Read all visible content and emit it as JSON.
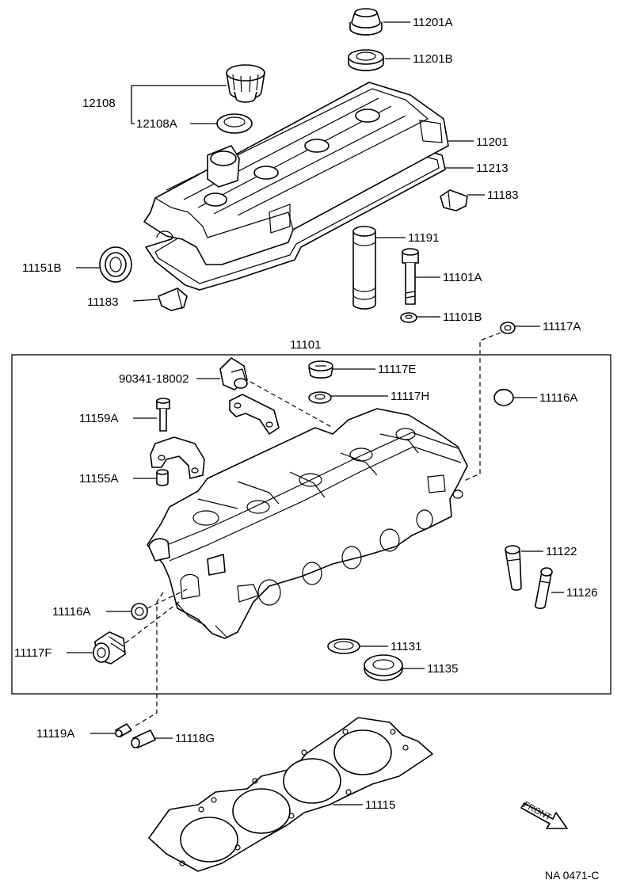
{
  "labels": {
    "p11201A": "11201A",
    "p11201B": "11201B",
    "p12108": "12108",
    "p12108A": "12108A",
    "p11201": "11201",
    "p11213": "11213",
    "p11183_right": "11183",
    "p11191": "11191",
    "p11151B": "11151B",
    "p11101A": "11101A",
    "p11183_left": "11183",
    "p11101B": "11101B",
    "p11117A": "11117A",
    "p11101": "11101",
    "p90341": "90341-18002",
    "p11117E": "11117E",
    "p11117H": "11117H",
    "p11116A_right": "11116A",
    "p11159A": "11159A",
    "p11155A": "11155A",
    "p11122": "11122",
    "p11126": "11126",
    "p11116A_left": "11116A",
    "p11131": "11131",
    "p11117F": "11117F",
    "p11135": "11135",
    "p11119A": "11119A",
    "p11118G": "11118G",
    "p11115": "11115",
    "front": "FRONT",
    "diagram_code": "NA 0471-C"
  }
}
